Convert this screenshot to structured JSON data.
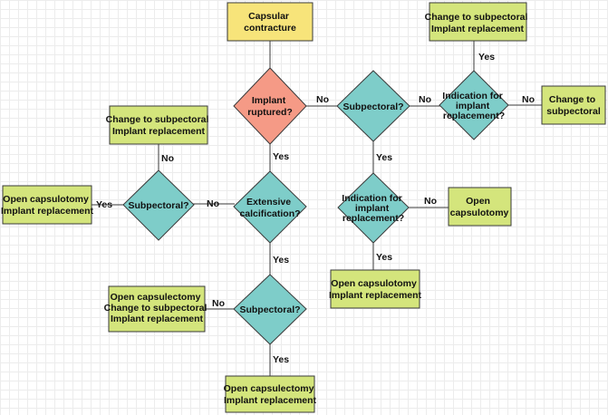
{
  "colors": {
    "start_fill": "#f7e47a",
    "decision_fill": "#7ecdc9",
    "alert_fill": "#f59a86",
    "outcome_fill": "#d4e57c"
  },
  "nodes": {
    "capsular_contracture": [
      "Capsular",
      "contracture"
    ],
    "implant_ruptured": [
      "Implant",
      "ruptured?"
    ],
    "subpectoral_top": [
      "Subpectoral?"
    ],
    "indication_top": [
      "Indication for",
      "implant",
      "replacement?"
    ],
    "change_top": [
      "Change to subpectoral",
      "Implant replacement"
    ],
    "change_right": [
      "Change to",
      "subpectoral"
    ],
    "indication_mid": [
      "Indication for",
      "implant",
      "replacement?"
    ],
    "open_capsulotomy": [
      "Open",
      "capsulotomy"
    ],
    "open_capsulotomy_impl": [
      "Open capsulotomy",
      "Implant replacement"
    ],
    "extensive_calc": [
      "Extensive",
      "calcification?"
    ],
    "subpectoral_left": [
      "Subpectoral?"
    ],
    "change_left": [
      "Change to subpectoral",
      "Implant replacement"
    ],
    "open_capsulotomy_left": [
      "Open capsulotomy",
      "Implant replacement"
    ],
    "subpectoral_bottom": [
      "Subpectoral?"
    ],
    "open_capsulectomy_change": [
      "Open capsulectomy",
      "Change to subpectoral",
      "Implant replacement"
    ],
    "open_capsulectomy_impl": [
      "Open capsulectomy",
      "Implant replacement"
    ]
  },
  "edge_labels": {
    "ruptured_no": "No",
    "sub_top_no": "No",
    "ind_top_yes": "Yes",
    "ind_top_no": "No",
    "sub_top_yes": "Yes",
    "ind_mid_no": "No",
    "ind_mid_yes": "Yes",
    "ruptured_yes": "Yes",
    "calc_no": "No",
    "sub_left_no": "No",
    "sub_left_yes": "Yes",
    "calc_yes": "Yes",
    "sub_bottom_no": "No",
    "sub_bottom_yes": "Yes"
  }
}
